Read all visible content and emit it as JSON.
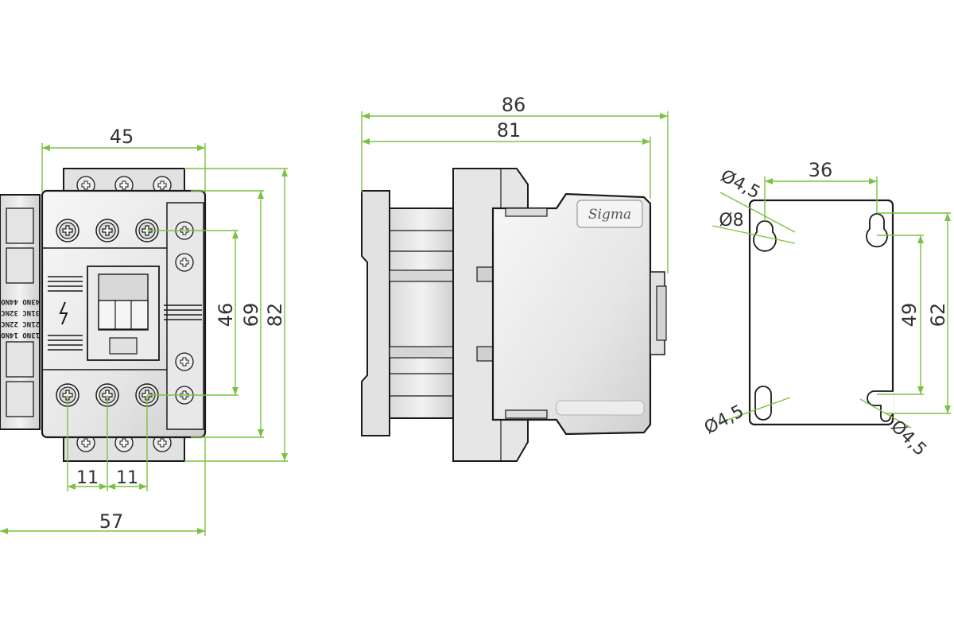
{
  "colors": {
    "dimension": "#7cc242",
    "outline": "#1a1a1a",
    "body_light": "#f0f0f0",
    "body_mid": "#e0e0e0",
    "body_dark": "#c4c4c4",
    "text": "#333333"
  },
  "front_view": {
    "width_top": "45",
    "width_bottom": "57",
    "pitch_left": "11",
    "pitch_right": "11",
    "height_inner": "46",
    "height_mid": "69",
    "height_outer": "82",
    "side_label_lines": [
      "13NO 14NO",
      "21NC 22NC",
      "31NC 32NC",
      "43NO 44NO"
    ]
  },
  "side_view": {
    "depth_outer": "86",
    "depth_inner": "81",
    "brand_logo": "Sigma"
  },
  "mounting_plate": {
    "hole_spacing_horizontal": "36",
    "hole_spacing_vertical_inner": "49",
    "hole_spacing_vertical_outer": "62",
    "hole_diameter_top": "Ø4,5",
    "keyhole_diameter": "Ø8",
    "hole_diameter_bottom_left": "Ø4,5",
    "hole_diameter_bottom_right": "Ø4,5"
  }
}
